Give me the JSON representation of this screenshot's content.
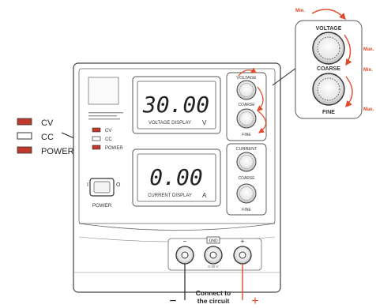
{
  "legend": {
    "cv": "CV",
    "cc": "CC",
    "power": "POWER"
  },
  "panel": {
    "voltage_display": "30.00",
    "voltage_caption": "VOLTAGE DISPLAY",
    "voltage_unit": "V",
    "current_display": "0.00",
    "current_caption": "CURRENT DISPLAY",
    "current_unit": "A",
    "indicator_cv": "CV",
    "indicator_cc": "CC",
    "indicator_power": "POWER",
    "power_label": "POWER",
    "switch_off": "I",
    "switch_on": "O",
    "knob_voltage": "VOLTAGE",
    "knob_coarse_1": "COARSE",
    "knob_fine_1": "FINE",
    "knob_current": "CURRENT",
    "knob_coarse_2": "COARSE",
    "knob_fine_2": "FINE",
    "gnd_label": "GND",
    "terminal_note": "0-30 V"
  },
  "inset": {
    "voltage": "VOLTAGE",
    "coarse": "COARSE",
    "fine": "FINE",
    "min_top": "Min.",
    "min_mid": "Min.",
    "max_top": "Max.",
    "max_bottom": "Max."
  },
  "bottom": {
    "minus": "−",
    "plus": "+",
    "connect_line1": "Connect to",
    "connect_line2": "the circuit"
  },
  "colors": {
    "indicator_red": "#c0392b",
    "arrow_red": "#e04a2a",
    "display_border": "#555555"
  }
}
